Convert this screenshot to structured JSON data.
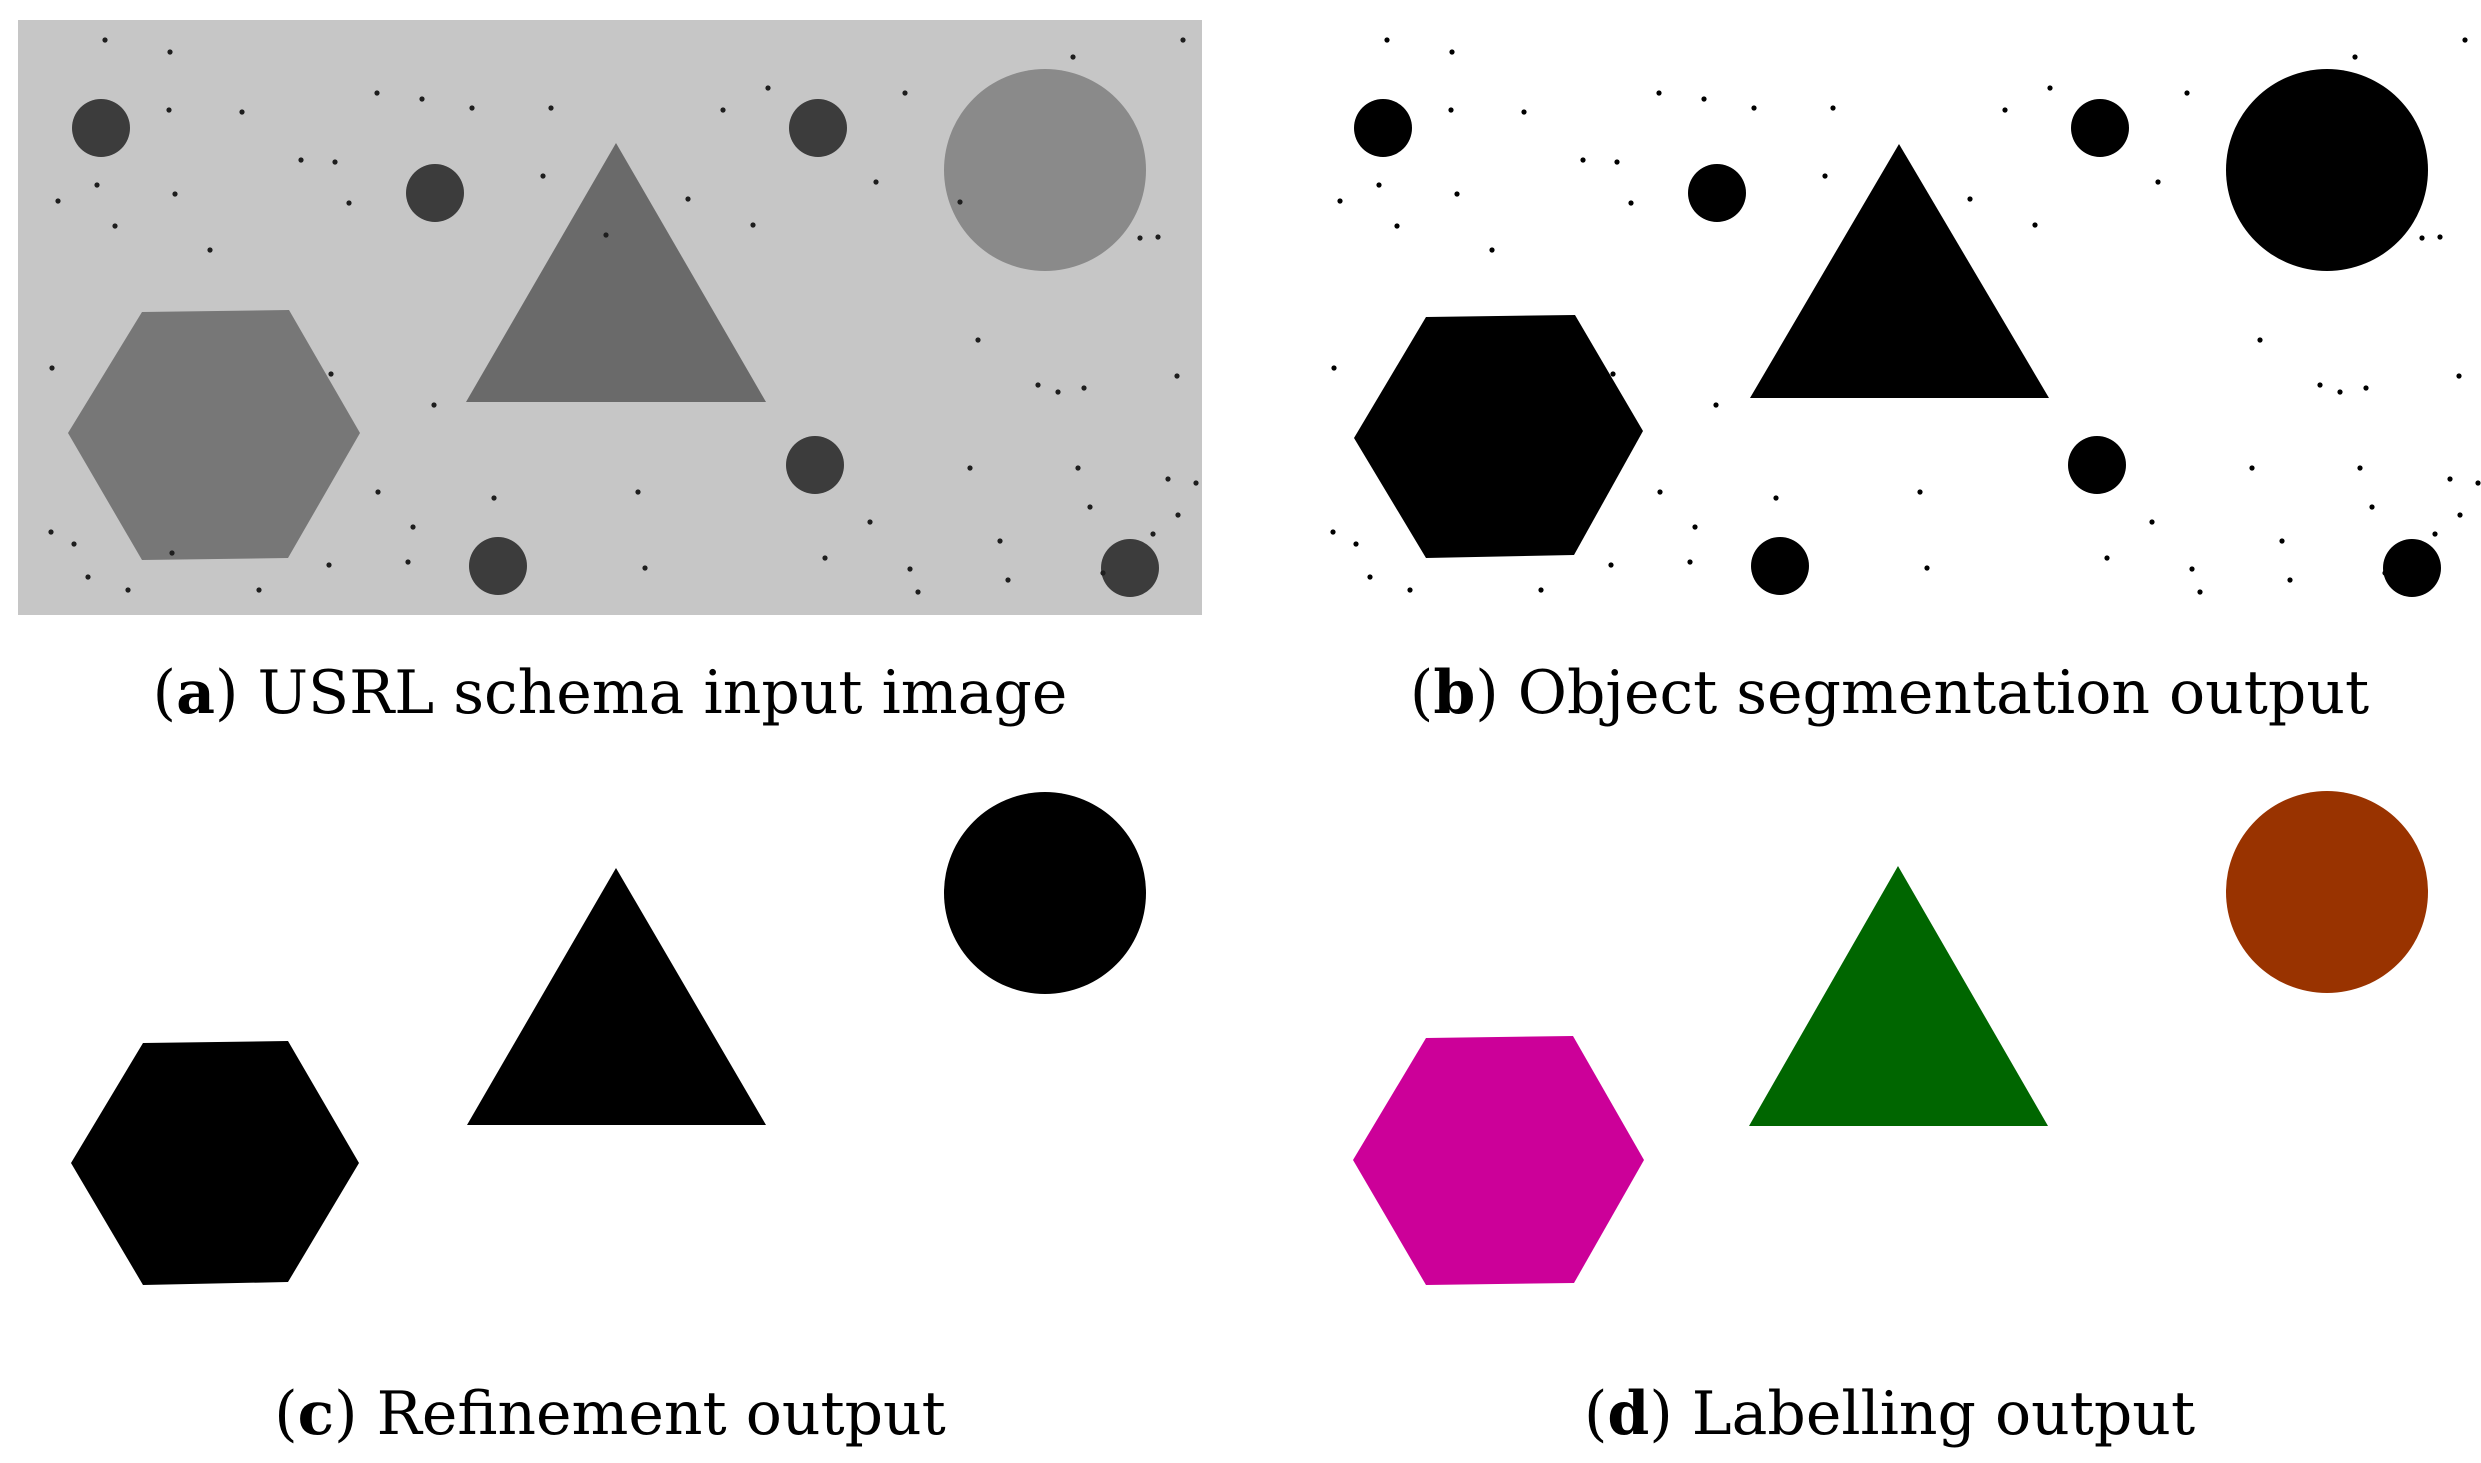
{
  "captions": {
    "a": {
      "letter": "a",
      "text": "USRL schema input image"
    },
    "b": {
      "letter": "b",
      "text": "Object segmentation output"
    },
    "c": {
      "letter": "c",
      "text": "Refinement output"
    },
    "d": {
      "letter": "d",
      "text": "Labelling output"
    }
  },
  "colors": {
    "input_background": "#c6c6c6",
    "input_small_circles": "#3c3c3c",
    "input_hexagon": "#777777",
    "input_triangle": "#6a6a6a",
    "input_large_circle": "#8a8a8a",
    "segmentation_fill": "#000000",
    "refinement_fill": "#000000",
    "label_hexagon": "#cc0099",
    "label_triangle": "#006600",
    "label_circle": "#993300"
  }
}
